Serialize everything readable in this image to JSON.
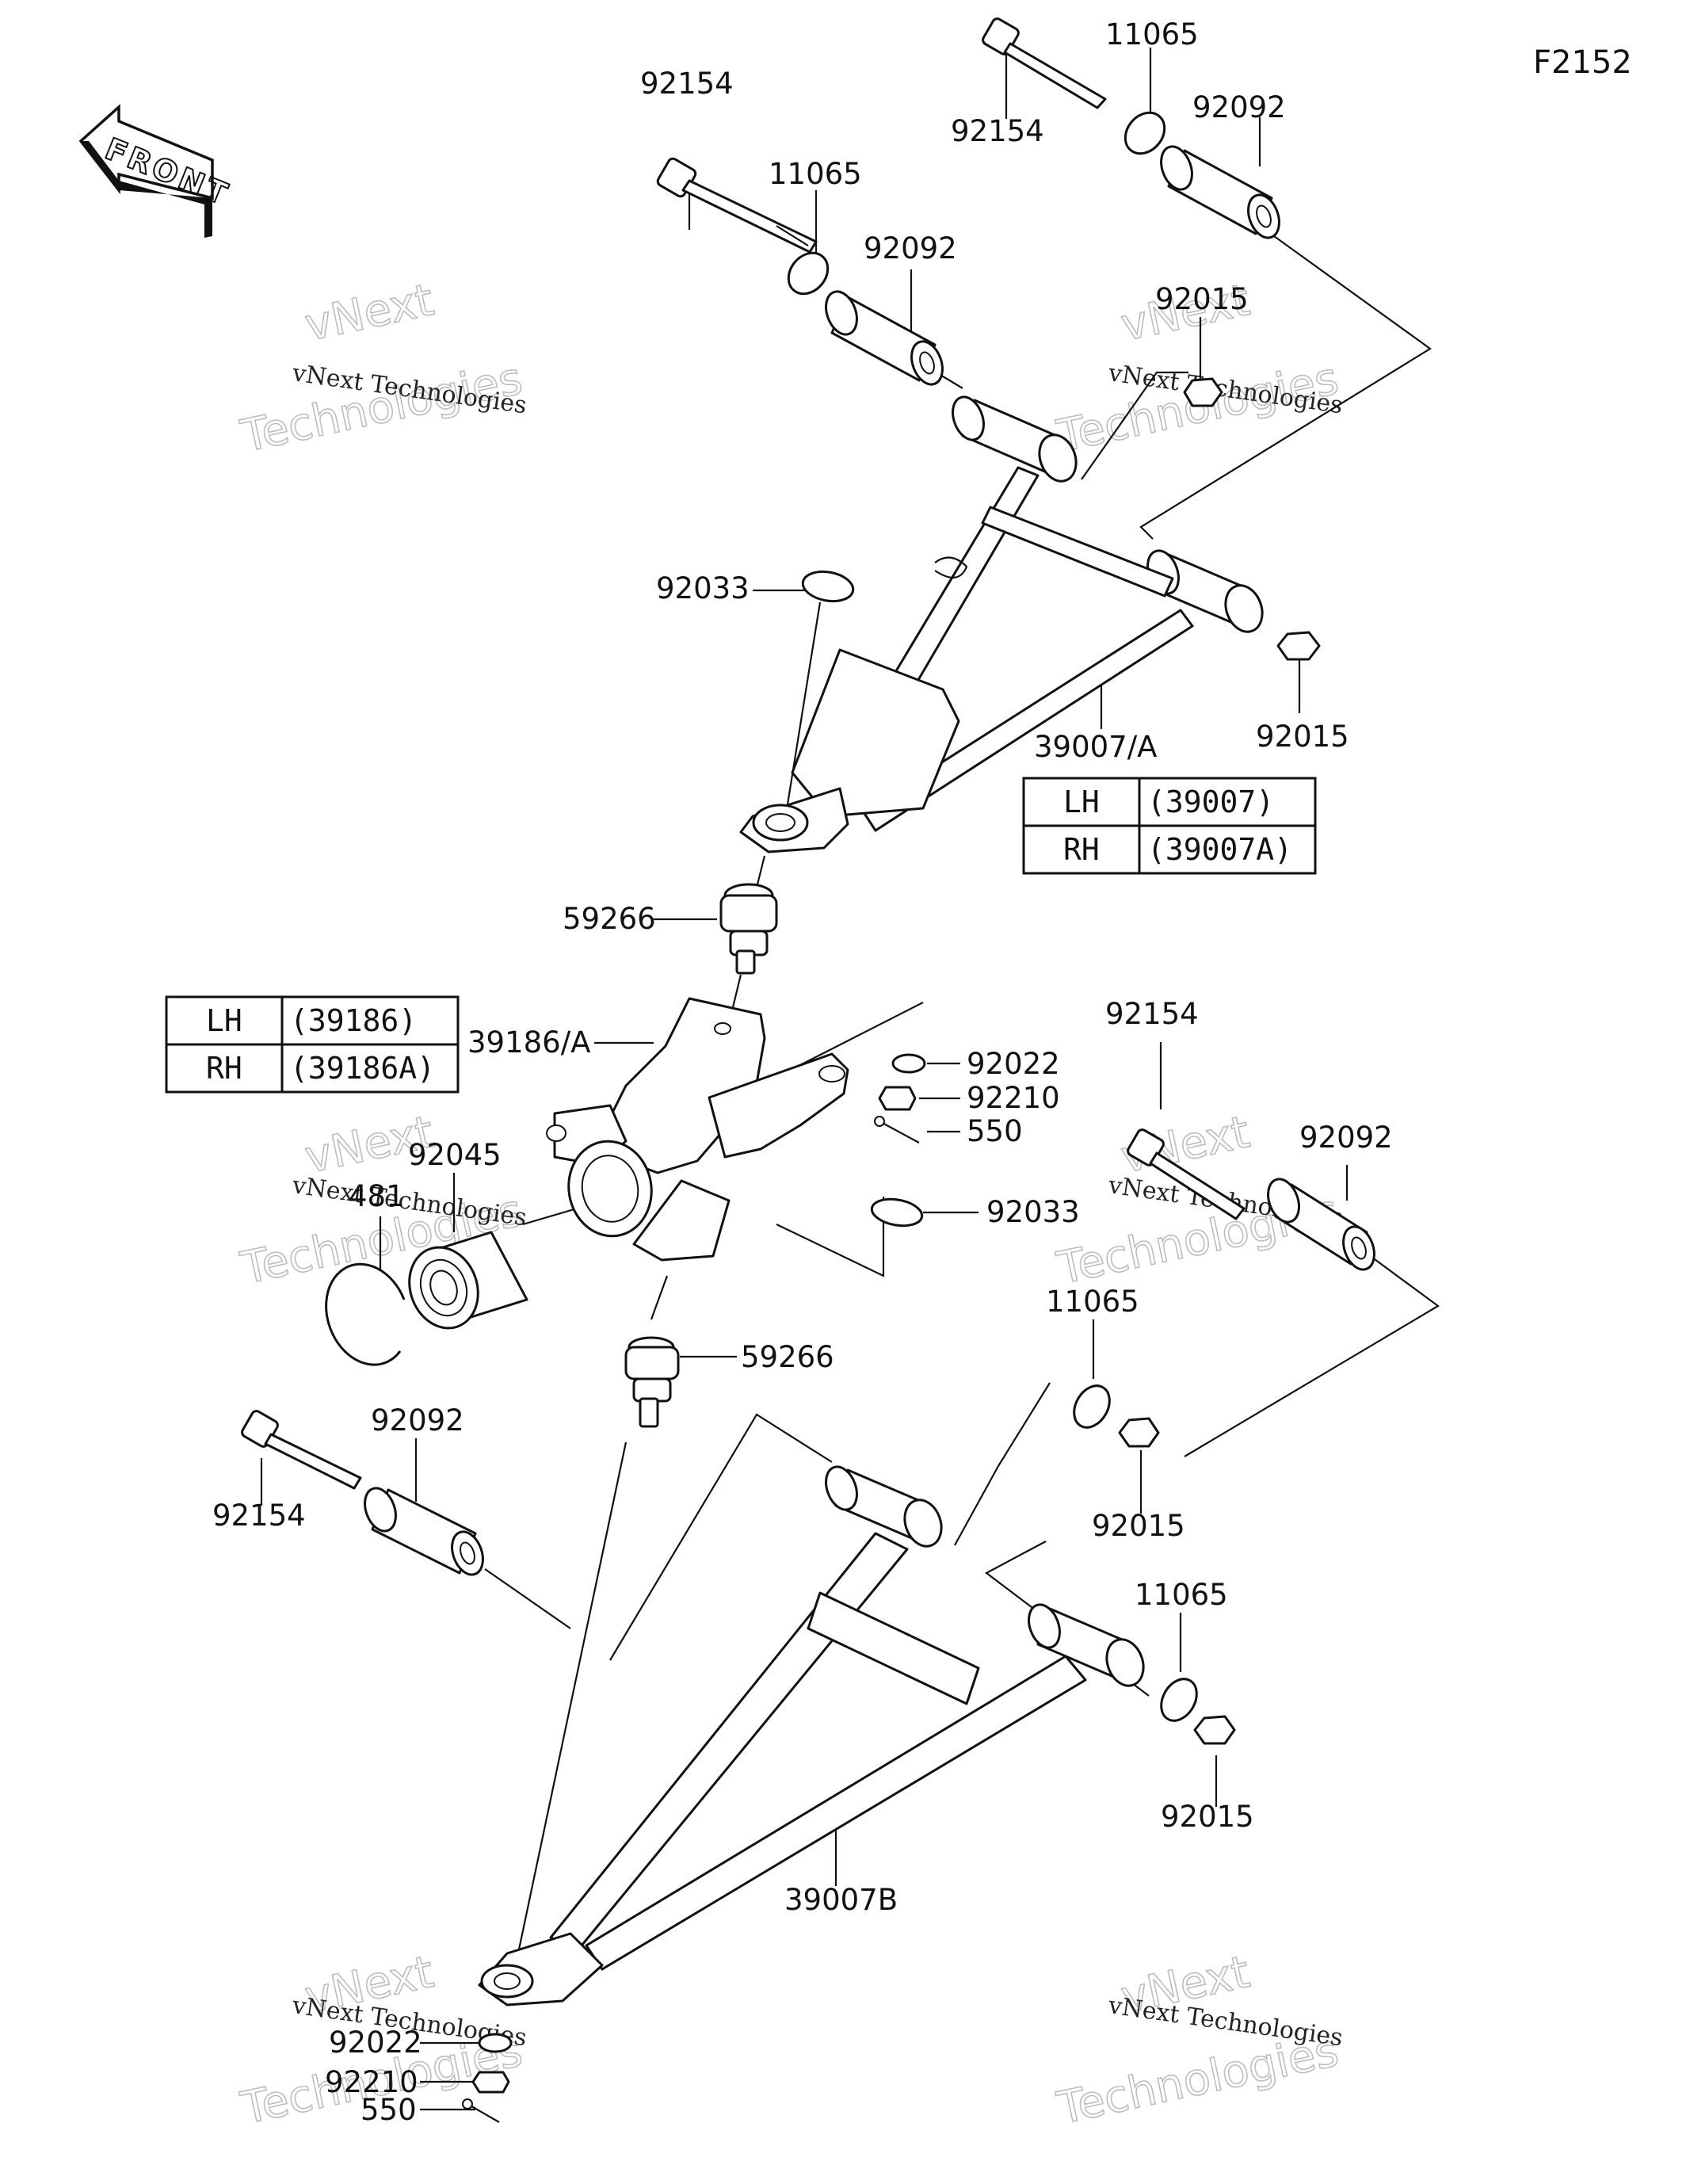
{
  "diagram_code": "F2152",
  "front_arrow": {
    "text": "FRONT"
  },
  "labels": {
    "bolt_top_left": "92154",
    "bolt_top_right": "92154",
    "washer_top_left": "11065",
    "washer_top_right": "11065",
    "bushing_top_left": "92092",
    "bushing_top_right": "92092",
    "nut_upper_inner": "92015",
    "nut_upper_outer": "92015",
    "circlip_upper": "92033",
    "upper_arm": "39007/A",
    "balljoint_upper": "59266",
    "knuckle": "39186/A",
    "washer_knuckle": "92022",
    "nut_knuckle": "92210",
    "pin_knuckle": "550",
    "circlip_knuckle": "92033",
    "bearing": "92045",
    "snap_ring": "481",
    "balljoint_lower": "59266",
    "bolt_mid_right": "92154",
    "bushing_mid_right": "92092",
    "washer_lower_inner": "11065",
    "nut_lower_inner": "92015",
    "bolt_lower_left": "92154",
    "bushing_lower_left": "92092",
    "washer_lower_outer": "11065",
    "nut_lower_outer": "92015",
    "lower_arm": "39007B",
    "washer_bottom": "92022",
    "nut_bottom": "92210",
    "pin_bottom": "550"
  },
  "tables": {
    "upper_arm": [
      {
        "side": "LH",
        "part": "(39007)"
      },
      {
        "side": "RH",
        "part": "(39007A)"
      }
    ],
    "knuckle": [
      {
        "side": "LH",
        "part": "(39186)"
      },
      {
        "side": "RH",
        "part": "(39186A)"
      }
    ]
  },
  "watermark": {
    "line1": "vNext Technologies",
    "line2": "vNext",
    "line3": "Technologies"
  }
}
